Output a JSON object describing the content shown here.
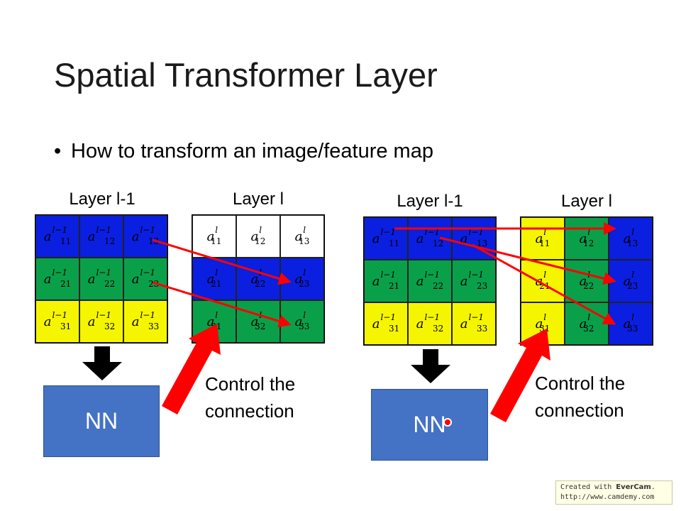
{
  "title": "Spatial Transformer Layer",
  "bullet": "How to transform an image/feature map",
  "left": {
    "input_label": "Layer l-1",
    "output_label": "Layer l",
    "input_grid": [
      [
        {
          "base": "a",
          "sup": "l−1",
          "sub": "11"
        },
        {
          "base": "a",
          "sup": "l−1",
          "sub": "12"
        },
        {
          "base": "a",
          "sup": "l−1",
          "sub": "13"
        }
      ],
      [
        {
          "base": "a",
          "sup": "l−1",
          "sub": "21"
        },
        {
          "base": "a",
          "sup": "l−1",
          "sub": "22"
        },
        {
          "base": "a",
          "sup": "l−1",
          "sub": "23"
        }
      ],
      [
        {
          "base": "a",
          "sup": "l−1",
          "sub": "31"
        },
        {
          "base": "a",
          "sup": "l−1",
          "sub": "32"
        },
        {
          "base": "a",
          "sup": "l−1",
          "sub": "33"
        }
      ]
    ],
    "input_row_colors": [
      "blue",
      "green",
      "yellow"
    ],
    "output_grid": [
      [
        {
          "base": "a",
          "sup": "l",
          "sub": "11"
        },
        {
          "base": "a",
          "sup": "l",
          "sub": "12"
        },
        {
          "base": "a",
          "sup": "l",
          "sub": "13"
        }
      ],
      [
        {
          "base": "a",
          "sup": "l",
          "sub": "21"
        },
        {
          "base": "a",
          "sup": "l",
          "sub": "22"
        },
        {
          "base": "a",
          "sup": "l",
          "sub": "23"
        }
      ],
      [
        {
          "base": "a",
          "sup": "l",
          "sub": "31"
        },
        {
          "base": "a",
          "sup": "l",
          "sub": "32"
        },
        {
          "base": "a",
          "sup": "l",
          "sub": "33"
        }
      ]
    ],
    "output_row_colors": [
      "white",
      "blue",
      "green"
    ],
    "nn_label": "NN",
    "control_line1": "Control the",
    "control_line2": "connection"
  },
  "right": {
    "input_label": "Layer l-1",
    "output_label": "Layer l",
    "input_grid": [
      [
        {
          "base": "a",
          "sup": "l−1",
          "sub": "11"
        },
        {
          "base": "a",
          "sup": "l−1",
          "sub": "12"
        },
        {
          "base": "a",
          "sup": "l−1",
          "sub": "13"
        }
      ],
      [
        {
          "base": "a",
          "sup": "l−1",
          "sub": "21"
        },
        {
          "base": "a",
          "sup": "l−1",
          "sub": "22"
        },
        {
          "base": "a",
          "sup": "l−1",
          "sub": "23"
        }
      ],
      [
        {
          "base": "a",
          "sup": "l−1",
          "sub": "31"
        },
        {
          "base": "a",
          "sup": "l−1",
          "sub": "32"
        },
        {
          "base": "a",
          "sup": "l−1",
          "sub": "33"
        }
      ]
    ],
    "input_row_colors": [
      "blue",
      "green",
      "yellow"
    ],
    "output_grid": [
      [
        {
          "base": "a",
          "sup": "l",
          "sub": "11"
        },
        {
          "base": "a",
          "sup": "l",
          "sub": "12"
        },
        {
          "base": "a",
          "sup": "l",
          "sub": "13"
        }
      ],
      [
        {
          "base": "a",
          "sup": "l",
          "sub": "21"
        },
        {
          "base": "a",
          "sup": "l",
          "sub": "22"
        },
        {
          "base": "a",
          "sup": "l",
          "sub": "23"
        }
      ],
      [
        {
          "base": "a",
          "sup": "l",
          "sub": "31"
        },
        {
          "base": "a",
          "sup": "l",
          "sub": "32"
        },
        {
          "base": "a",
          "sup": "l",
          "sub": "33"
        }
      ]
    ],
    "output_col_colors": [
      "yellow",
      "green",
      "blue"
    ],
    "nn_label": "NN",
    "control_line1": "Control the",
    "control_line2": "connection"
  },
  "colors": {
    "blue": "#0a1fe0",
    "green": "#0aa04a",
    "yellow": "#f5f500",
    "white": "#ffffff",
    "nn_box": "#4472c4",
    "arrow_red": "#ff0000",
    "arrow_black": "#000000"
  },
  "watermark": {
    "line1_prefix": "Created with ",
    "brand": "EverCam",
    "line1_suffix": ".",
    "url": "http://www.camdemy.com"
  }
}
